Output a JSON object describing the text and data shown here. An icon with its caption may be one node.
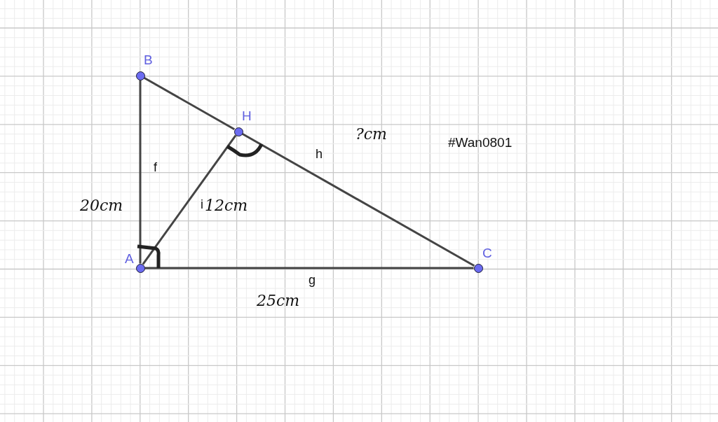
{
  "diagram": {
    "nodes": [
      {
        "text": [],
        "shape": "circle",
        "beside": [
          "B"
        ]
      },
      {
        "text": [],
        "shape": "circle",
        "beside": [
          "H"
        ]
      },
      {
        "text": [],
        "shape": "circle",
        "beside": [
          "A"
        ]
      },
      {
        "text": [],
        "shape": "circle",
        "beside": [
          "C"
        ]
      }
    ],
    "edges": [
      {
        "from": 0,
        "to": 1,
        "arrow": "none"
      },
      {
        "from": 1,
        "to": 3,
        "arrow": "none",
        "label": "h"
      },
      {
        "from": 2,
        "to": 0,
        "arrow": "none",
        "label": "f"
      },
      {
        "from": 2,
        "to": 3,
        "arrow": "none",
        "label": "g"
      },
      {
        "from": 2,
        "to": 1,
        "arrow": "none",
        "label": "i"
      }
    ],
    "labels": [
      "?cm",
      "#Wan0801",
      "20cm",
      "12cm",
      "25cm"
    ]
  }
}
